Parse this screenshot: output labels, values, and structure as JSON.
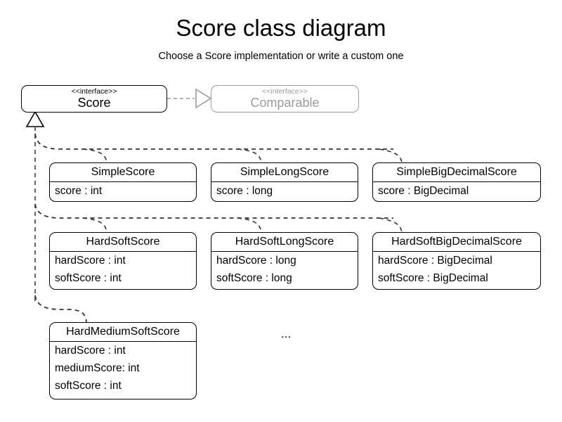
{
  "diagram": {
    "title": "Score class diagram",
    "subtitle": "Choose a Score implementation or write a custom one",
    "ellipsis": "...",
    "colors": {
      "line": "#000000",
      "muted": "#9a9a9a",
      "background": "#ffffff"
    }
  },
  "interfaces": [
    {
      "stereotype": "<<interface>>",
      "name": "Score",
      "muted": false
    },
    {
      "stereotype": "<<interface>>",
      "name": "Comparable",
      "muted": true
    }
  ],
  "classes": [
    {
      "name": "SimpleScore",
      "attributes": [
        "score : int"
      ]
    },
    {
      "name": "SimpleLongScore",
      "attributes": [
        "score : long"
      ]
    },
    {
      "name": "SimpleBigDecimalScore",
      "attributes": [
        "score : BigDecimal"
      ]
    },
    {
      "name": "HardSoftScore",
      "attributes": [
        "hardScore : int",
        "softScore : int"
      ]
    },
    {
      "name": "HardSoftLongScore",
      "attributes": [
        "hardScore : long",
        "softScore : long"
      ]
    },
    {
      "name": "HardSoftBigDecimalScore",
      "attributes": [
        "hardScore : BigDecimal",
        "softScore : BigDecimal"
      ]
    },
    {
      "name": "HardMediumSoftScore",
      "attributes": [
        "hardScore : int",
        "mediumScore: int",
        "softScore : int"
      ]
    }
  ],
  "relationships": [
    {
      "from": "Score",
      "to": "Comparable",
      "type": "realization"
    },
    {
      "from": "SimpleScore",
      "to": "Score",
      "type": "implements"
    },
    {
      "from": "SimpleLongScore",
      "to": "Score",
      "type": "implements"
    },
    {
      "from": "SimpleBigDecimalScore",
      "to": "Score",
      "type": "implements"
    },
    {
      "from": "HardSoftScore",
      "to": "Score",
      "type": "implements"
    },
    {
      "from": "HardSoftLongScore",
      "to": "Score",
      "type": "implements"
    },
    {
      "from": "HardSoftBigDecimalScore",
      "to": "Score",
      "type": "implements"
    },
    {
      "from": "HardMediumSoftScore",
      "to": "Score",
      "type": "implements"
    }
  ]
}
